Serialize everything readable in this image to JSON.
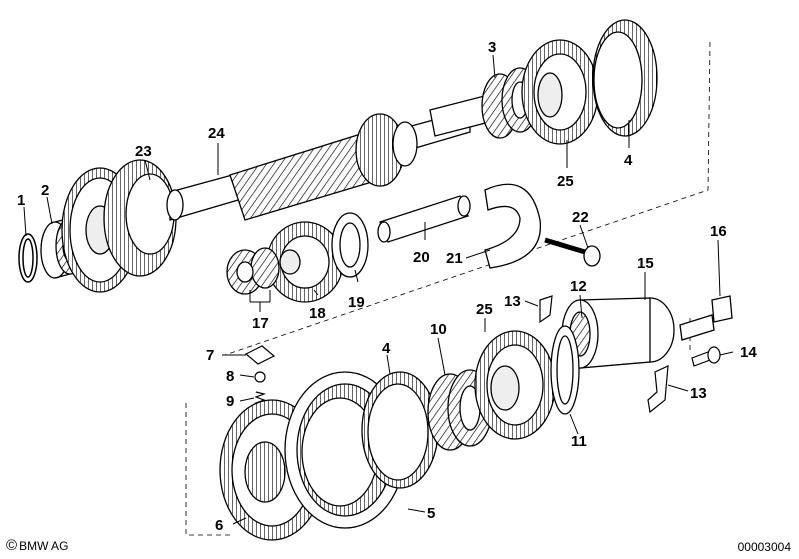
{
  "callouts": [
    {
      "id": "label-1",
      "text": "1"
    },
    {
      "id": "label-2",
      "text": "2"
    },
    {
      "id": "label-3",
      "text": "3"
    },
    {
      "id": "label-4a",
      "text": "4"
    },
    {
      "id": "label-4b",
      "text": "4"
    },
    {
      "id": "label-5",
      "text": "5"
    },
    {
      "id": "label-6",
      "text": "6"
    },
    {
      "id": "label-7",
      "text": "7"
    },
    {
      "id": "label-8",
      "text": "8"
    },
    {
      "id": "label-9",
      "text": "9"
    },
    {
      "id": "label-10",
      "text": "10"
    },
    {
      "id": "label-11",
      "text": "11"
    },
    {
      "id": "label-12",
      "text": "12"
    },
    {
      "id": "label-13a",
      "text": "13"
    },
    {
      "id": "label-13b",
      "text": "13"
    },
    {
      "id": "label-14",
      "text": "14"
    },
    {
      "id": "label-15",
      "text": "15"
    },
    {
      "id": "label-16",
      "text": "16"
    },
    {
      "id": "label-17",
      "text": "17"
    },
    {
      "id": "label-18",
      "text": "18"
    },
    {
      "id": "label-19",
      "text": "19"
    },
    {
      "id": "label-20",
      "text": "20"
    },
    {
      "id": "label-21",
      "text": "21"
    },
    {
      "id": "label-22",
      "text": "22"
    },
    {
      "id": "label-23",
      "text": "23"
    },
    {
      "id": "label-24",
      "text": "24"
    },
    {
      "id": "label-25a",
      "text": "25"
    },
    {
      "id": "label-25b",
      "text": "25"
    }
  ],
  "footer": {
    "copyright_symbol": "©",
    "copyright_text": "BMW AG",
    "document_number": "00003004"
  }
}
